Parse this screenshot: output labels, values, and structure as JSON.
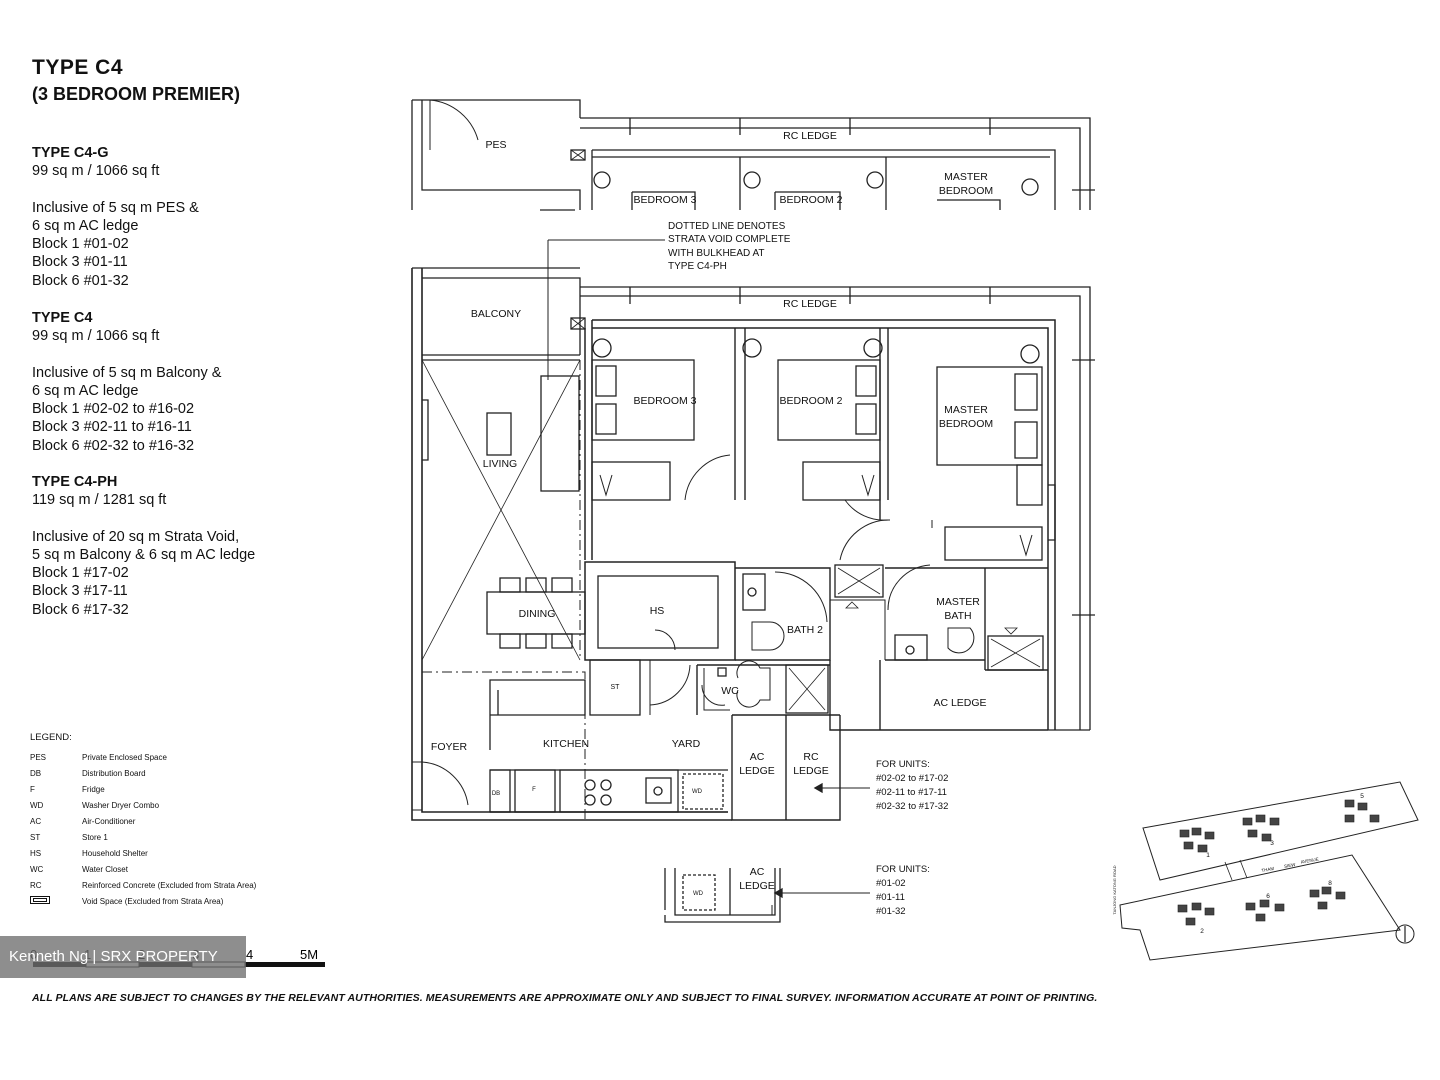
{
  "header": {
    "title": "TYPE  C4",
    "subtitle": "(3 BEDROOM PREMIER)"
  },
  "types": [
    {
      "name": "TYPE C4-G",
      "area": "99 sq m / 1066 sq ft",
      "lines": [
        "Inclusive of 5 sq m PES &",
        "6 sq m AC ledge",
        "Block 1 #01-02",
        "Block 3 #01-11",
        "Block 6 #01-32"
      ]
    },
    {
      "name": "TYPE C4",
      "area": "99 sq m / 1066 sq ft",
      "lines": [
        "Inclusive of 5 sq m Balcony &",
        "6 sq m AC ledge",
        "Block 1 #02-02 to #16-02",
        "Block 3 #02-11 to #16-11",
        "Block 6 #02-32 to #16-32"
      ]
    },
    {
      "name": "TYPE C4-PH",
      "area": "119 sq m / 1281 sq ft",
      "lines": [
        "Inclusive of 20 sq m Strata Void,",
        "5 sq m Balcony & 6 sq m AC ledge",
        "Block 1 #17-02",
        "Block 3 #17-11",
        "Block 6 #17-32"
      ]
    }
  ],
  "legend": {
    "heading": "LEGEND:",
    "items": [
      {
        "key": "PES",
        "desc": "Private Enclosed Space"
      },
      {
        "key": "DB",
        "desc": "Distribution Board"
      },
      {
        "key": "F",
        "desc": "Fridge"
      },
      {
        "key": "WD",
        "desc": "Washer Dryer Combo"
      },
      {
        "key": "AC",
        "desc": "Air-Conditioner"
      },
      {
        "key": "ST",
        "desc": "Store 1"
      },
      {
        "key": "HS",
        "desc": "Household Shelter"
      },
      {
        "key": "WC",
        "desc": "Water Closet"
      },
      {
        "key": "RC",
        "desc": "Reinforced Concrete (Excluded from Strata Area)"
      }
    ],
    "void_desc": "Void Space (Excluded from Strata Area)"
  },
  "scale": {
    "labels": [
      "0",
      "1",
      "2",
      "3",
      "4",
      "5M"
    ]
  },
  "watermark": "Kenneth Ng | SRX PROPERTY",
  "footer": "ALL PLANS ARE SUBJECT TO CHANGES BY THE RELEVANT AUTHORITIES. MEASUREMENTS ARE APPROXIMATE ONLY AND SUBJECT TO FINAL SURVEY. INFORMATION ACCURATE AT POINT OF PRINTING.",
  "plan": {
    "top": {
      "pes": "PES",
      "rc_ledge": "RC LEDGE",
      "bedroom3": "BEDROOM 3",
      "bedroom2": "BEDROOM 2",
      "master1": "MASTER",
      "master2": "BEDROOM"
    },
    "note": [
      "DOTTED LINE DENOTES",
      "STRATA VOID COMPLETE",
      "WITH BULKHEAD AT",
      "TYPE C4-PH"
    ],
    "main": {
      "rc_ledge": "RC LEDGE",
      "balcony": "BALCONY",
      "living": "LIVING",
      "bedroom3": "BEDROOM 3",
      "bedroom2": "BEDROOM 2",
      "master1": "MASTER",
      "master2": "BEDROOM",
      "hs": "HS",
      "dining": "DINING",
      "bath2": "BATH 2",
      "master_bath1": "MASTER",
      "master_bath2": "BATH",
      "st": "ST",
      "wc": "WC",
      "ac_ledge": "AC LEDGE",
      "foyer": "FOYER",
      "kitchen": "KITCHEN",
      "yard": "YARD",
      "db": "DB",
      "f": "F",
      "wd": "WD",
      "ac1": "AC",
      "ac2": "LEDGE",
      "rc1": "RC",
      "rc2": "LEDGE"
    },
    "units_upper": {
      "head": "FOR UNITS:",
      "lines": [
        "#02-02 to #17-02",
        "#02-11 to #17-11",
        "#02-32 to #17-32"
      ]
    },
    "units_lower": {
      "head": "FOR UNITS:",
      "lines": [
        "#01-02",
        "#01-11",
        "#01-32"
      ]
    },
    "lower": {
      "wd": "WD",
      "ac1": "AC",
      "ac2": "LEDGE"
    }
  },
  "site": {
    "blocks": [
      "1",
      "3",
      "5",
      "2",
      "6",
      "8"
    ],
    "road1": "THAM",
    "road2": "SIEW",
    "road3": "AVENUE",
    "road_vertical": "TANJONG KATONG ROAD"
  }
}
